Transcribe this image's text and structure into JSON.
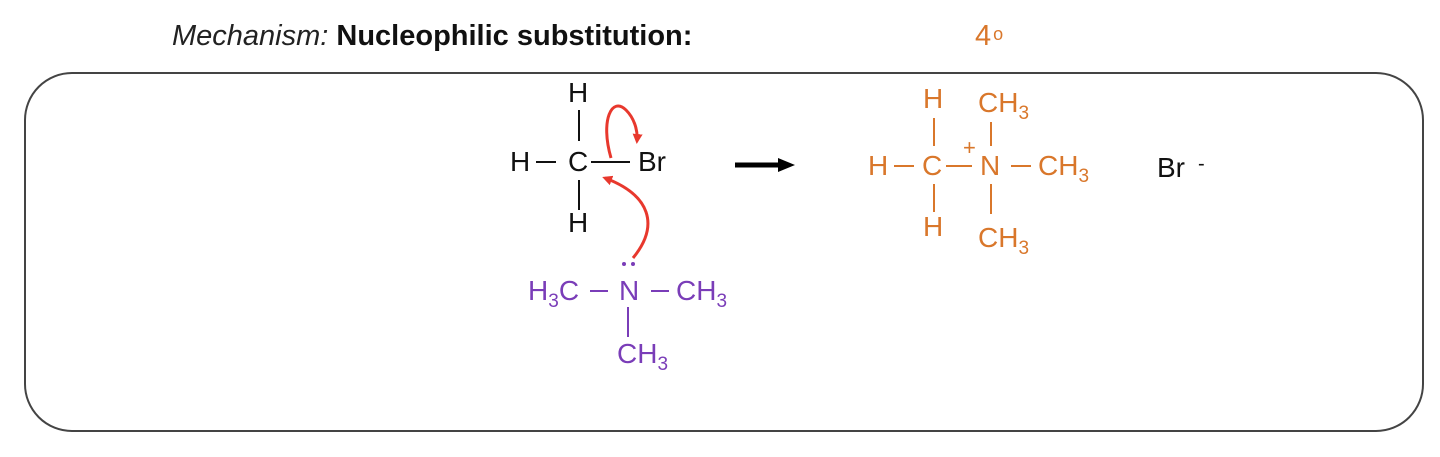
{
  "header": {
    "label": "Mechanism:",
    "title": "Nucleophilic substitution:"
  },
  "product_class": {
    "number": "4",
    "symbol": "o"
  },
  "reactant": {
    "top_h": "H",
    "left_h": "H",
    "carbon": "C",
    "bottom_h": "H",
    "leaving_group": "Br",
    "color": "#111111"
  },
  "nucleophile": {
    "left": "H",
    "left_sub": "3",
    "left_tail": "C",
    "nitrogen": "N",
    "right": "CH",
    "right_sub": "3",
    "bottom": "CH",
    "bottom_sub": "3",
    "color": "#7a3db8"
  },
  "product": {
    "top_h": "H",
    "left_h": "H",
    "carbon": "C",
    "bottom_h": "H",
    "charge": "+",
    "nitrogen": "N",
    "top": "CH",
    "top_sub": "3",
    "right": "CH",
    "right_sub": "3",
    "bottom": "CH",
    "bottom_sub": "3",
    "color": "#d9772b"
  },
  "bromide": {
    "label": "Br",
    "charge": "-"
  },
  "arrow_color": "#e8382d"
}
